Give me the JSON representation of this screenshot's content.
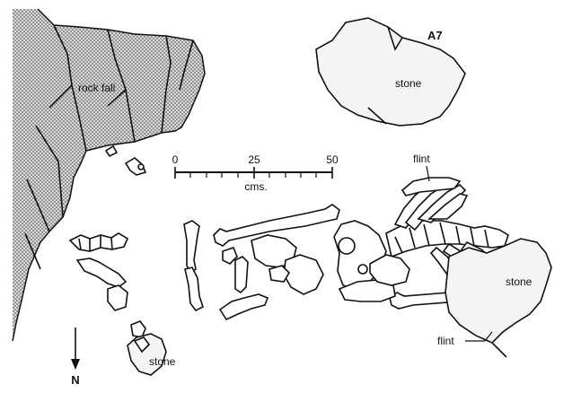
{
  "labels": {
    "rock_fall": "rock fall",
    "stone_a7": "stone",
    "a7": "A7",
    "flint_top": "flint",
    "flint_bottom": "flint",
    "stone_right": "stone",
    "stone_bottom": "stone",
    "north": "N"
  },
  "scale_bar": {
    "ticks": [
      "0",
      "25",
      "50"
    ],
    "unit": "cms."
  },
  "colors": {
    "ink": "#111111",
    "paper": "#ffffff"
  }
}
